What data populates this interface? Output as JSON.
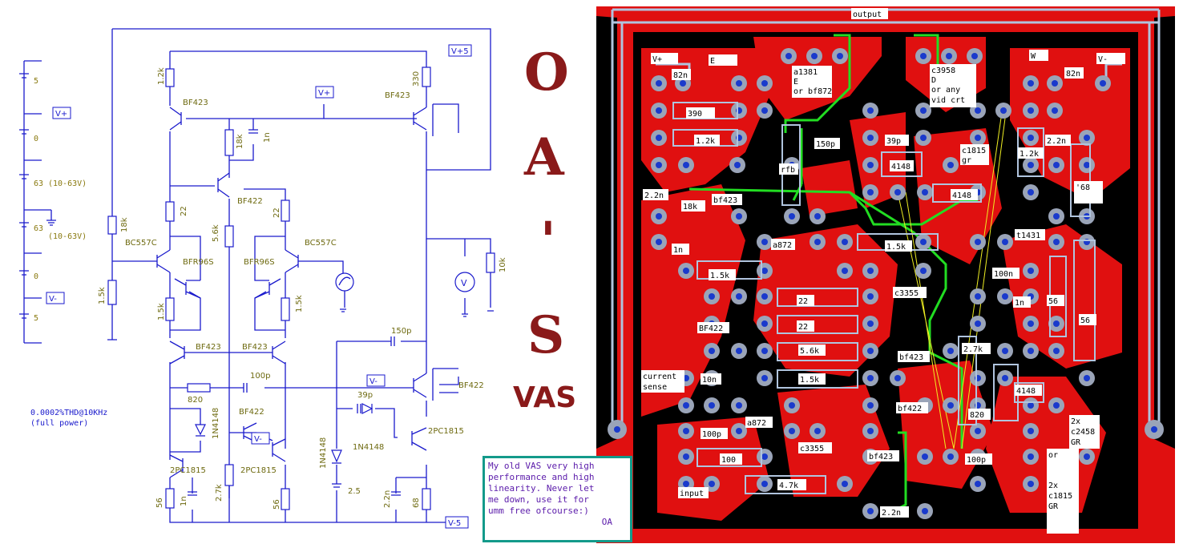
{
  "supply_column": {
    "voltages": [
      "5",
      "0",
      "63",
      "63",
      "0",
      "5"
    ],
    "range_notes": [
      "(10-63V)",
      "(10-63V)"
    ],
    "labels": [
      "V+",
      "V-"
    ]
  },
  "schematic": {
    "rail_labels": {
      "vplus5": "V+5",
      "vplus": "V+",
      "vminus": "V-",
      "vminus_b": "V-",
      "vminus5": "V-5"
    },
    "transistors": {
      "q1": "BF423",
      "q2": "BF423",
      "q3": "BF422",
      "q4": "BC557C",
      "q5": "BFR96S",
      "q6": "BFR96S",
      "q7": "BC557C",
      "q8": "BF423",
      "q9": "BF423",
      "q10": "BF422",
      "q11": "BF422",
      "q12": "2PC1815",
      "q13": "2PC1815",
      "q14": "2PC1815"
    },
    "components": {
      "r_1k2": "1.2k",
      "r_330": "330",
      "r_18k_top": "18k",
      "c_1n_top": "1n",
      "r_22_left": "22",
      "r_22_right": "22",
      "r_5k6": "5.6k",
      "r_18k_left": "18k",
      "r_1k5_left": "1.5k",
      "r_1k5_mid": "1.5k",
      "r_1k5_right": "1.5k",
      "r_10k": "10k",
      "c_150p": "150p",
      "c_100p": "100p",
      "r_820": "820",
      "d_1n4148_a": "1N4148",
      "c_39p": "39p",
      "d_1n4148_b": "1N4148",
      "d_1n4148_c": "1N4148",
      "bat_2v5": "2.5",
      "r_56_left": "56",
      "c_1n_bottom": "1n",
      "r_2k7": "2.7k",
      "r_56_mid": "56",
      "c_2n2": "2.2n",
      "r_68": "68"
    },
    "thd_note": "0.0002%THD@10KHz",
    "thd_note_2": "(full power)"
  },
  "title": {
    "line1": "O",
    "line2": "A",
    "line3": "'",
    "line4": "S",
    "line5": "VAS"
  },
  "comment": {
    "text": "My old VAS very high\nperformance and high\nlinearity. Never let\nme down, use it for\numm free ofcourse:)",
    "signature": "OA"
  },
  "pcb": {
    "labels": [
      "output",
      "V+",
      "E",
      "a1381",
      "E",
      "or bf872",
      "c3958",
      "D",
      "or any",
      "vid crt",
      "W",
      "V-",
      "82n",
      "82n",
      "390",
      "1.2k",
      "150p",
      "39p",
      "c1815",
      "gr",
      "1.2k",
      "2.2n",
      "4148",
      "4148",
      "2.2n",
      "rfb",
      "bf423",
      "18k",
      "'68",
      "a872",
      "1.5k",
      "t1431",
      "1n",
      "1.5k",
      "100n",
      "c3355",
      "22",
      "1n",
      "56",
      "22",
      "BF422",
      "56",
      "5.6k",
      "bf423",
      "2.7k",
      "current",
      "sense",
      "10n",
      "1.5k",
      "4148",
      "bf422",
      "820",
      "2x",
      "c2458",
      "GR",
      "a872",
      "100p",
      "c3355",
      "bf423",
      "100p",
      "100",
      "or",
      "2x",
      "c1815",
      "GR",
      "4.7k",
      "input",
      "2.2n"
    ]
  }
}
